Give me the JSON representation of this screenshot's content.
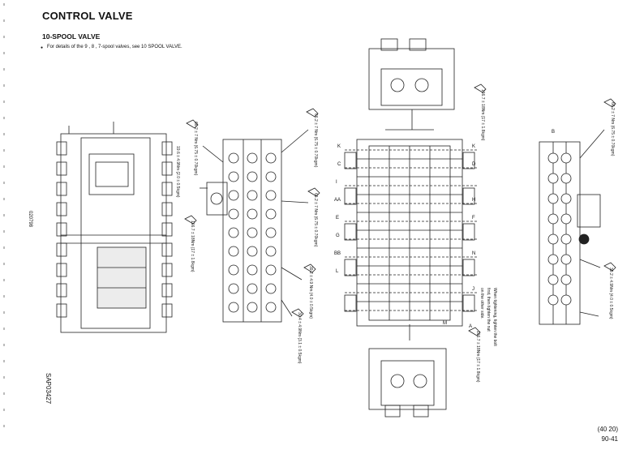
{
  "header": {
    "title": "CONTROL VALVE",
    "subtitle": "10-SPOOL VALVE",
    "note": "For details of the 9 , 8 , 7-spool valves, see 10 SPOOL VALVE."
  },
  "side_codes": {
    "left_code": "020798",
    "bottom_code": "SAP03427"
  },
  "callouts": {
    "c1": "66.2 ± 7 Nm {6.75 ± 0.70kgm}",
    "c2": "66.2 ± 7 Nm {6.75 ± 0.70kgm}",
    "c3": "66.2 ± 7 Nm {6.75 ± 0.70kgm}",
    "c4": "39.2 ± 4.9 Nm {4.0 ± 0.5kgm}",
    "c5": "30.4 ± 4.9Nm {3.1 ± 0.5kgm}",
    "c6": "166.7 ± 18Nm {17 ± 1.8kgm}",
    "c7": "166.7 ± 18Nm {17 ± 1.8kgm}",
    "c8": "66.2 ± 7 Nm {6.75 ± 0.70kgm}",
    "c9": "39.2 ± 4.9Nm {4.0 ± 0.5kgm}",
    "c10": "166.7 ± 18Nm {17 ± 1.8kgm}",
    "c11": "19.6 ± 4.9Nm {2.0 ± 0.5kgm}"
  },
  "warning_note": {
    "line1": "When tightening, tighten the bolt",
    "line2": "first, then tighten the nut",
    "line3": "on the other side."
  },
  "section_labels": {
    "k": "K",
    "c": "C",
    "aa": "AA",
    "i": "I",
    "e": "E",
    "g": "G",
    "bb": "BB",
    "d": "D",
    "h": "H",
    "f": "F",
    "n": "N",
    "l": "L",
    "j": "J",
    "m": "M",
    "b": "B",
    "a": "A"
  },
  "footer": {
    "code": "(40 20)",
    "page": "90-41"
  }
}
